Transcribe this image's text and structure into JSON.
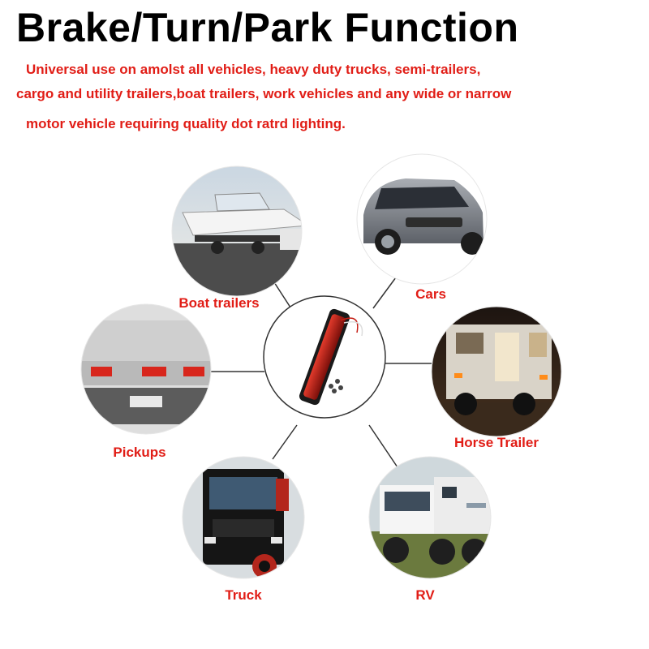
{
  "header": {
    "title": "Brake/Turn/Park Function",
    "description_lines": [
      "Universal use on amolst all vehicles, heavy duty trucks, semi-trailers,",
      "cargo and utility trailers,boat trailers, work vehicles and any wide or narrow",
      "motor vehicle requiring quality dot ratrd lighting."
    ]
  },
  "colors": {
    "title": "#000000",
    "accent_red": "#e11d16",
    "connector": "#333333"
  },
  "vehicles": {
    "boat_trailers": "Boat trailers",
    "cars": "Cars",
    "pickups": "Pickups",
    "horse_trailer": "Horse Trailer",
    "truck": "Truck",
    "rv": "RV"
  }
}
